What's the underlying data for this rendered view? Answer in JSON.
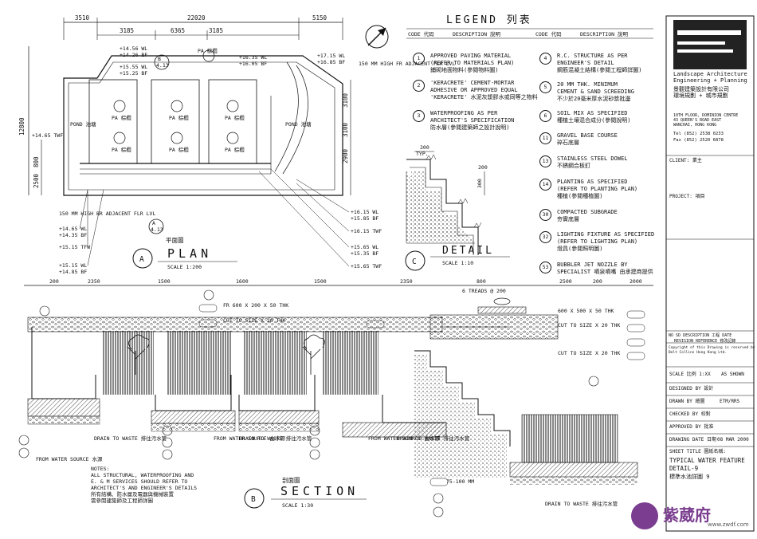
{
  "legend": {
    "title": "LEGEND 列表",
    "col_code": "CODE 代码",
    "col_desc": "DESCRIPTION 說明",
    "left_items": [
      {
        "code": "1",
        "text": "APPROVED PAVING MATERIAL\n(REFER TO MATERIALS PLAN)\n鋪砌地面物料(參閱物料圖)"
      },
      {
        "code": "2",
        "text": "'KERACRETE' CEMENT-MORTAR\nADHESIVE OR APPROVED EQUAL\n'KERACRETE' 水泥灰漿膠水或同等之物料"
      },
      {
        "code": "3",
        "text": "WATERPROOFING AS PER\nARCHITECT'S SPECIFICATION\n防水層(參閱建築師之設計說明)"
      }
    ],
    "right_items": [
      {
        "code": "4",
        "text": "R.C. STRUCTURE AS PER\nENGINEER'S DETAIL\n鋼筋混凝土結構(參閱工程師詳圖)"
      },
      {
        "code": "5",
        "text": "20 MM THK. MINIMUM\nCEMENT & SAND SCREEDING\n不少於20毫米厚水泥砂漿批盪"
      },
      {
        "code": "6",
        "text": "SOIL MIX AS SPECIFIED\n種植土壤混合成分(參閱說明)"
      },
      {
        "code": "11",
        "text": "GRAVEL BASE COURSE\n碎石底層"
      },
      {
        "code": "13",
        "text": "STAINLESS STEEL DOWEL\n不銹鋼合板釘"
      },
      {
        "code": "14",
        "text": "PLANTING AS SPECIFIED\n(REFER TO PLANTING PLAN)\n種植(參閱種植圖)"
      },
      {
        "code": "30",
        "text": "COMPACTED SUBGRADE\n夯實底層"
      },
      {
        "code": "32",
        "text": "LIGHTING FIXTURE AS SPECIFIED\n(REFER TO LIGHTING PLAN)\n燈具(參閱照明圖)"
      },
      {
        "code": "53",
        "text": "BUBBLER JET NOZZLE BY\nSPECIALIST 噴泉噴嘴 由承建商提供"
      }
    ]
  },
  "plan": {
    "label_letter": "A",
    "title": "PLAN",
    "title_cn": "平面圖",
    "scale": "SCALE 1:200",
    "dims_top": [
      "3510",
      "22020",
      "5150"
    ],
    "dims_sub": [
      "3185",
      "6365",
      "3185"
    ],
    "dims_side": [
      "12800",
      "2500",
      "800",
      "3100",
      "3100",
      "2900"
    ],
    "levels_left": [
      "+14.56 WL",
      "+14.26 BF",
      "+15.55 WL",
      "+15.25 BF",
      "+14.65 TWF",
      "+14.65 WL",
      "+14.35 BF",
      "+15.15 TFW",
      "+15.15 WL",
      "+14.85 BF"
    ],
    "levels_right": [
      "+16.35 WL",
      "+16.05 BF",
      "+17.15 WL",
      "+16.85 BF",
      "+16.15 WL",
      "+15.85 BF",
      "+16.15 TWF",
      "+15.65 WL",
      "+15.35 BF",
      "+15.65 TWF"
    ],
    "notes": [
      "150 MM HIGH FR ADJACENT FLR LVL",
      "150 MM HIGH BR ADJACENT FLR LVL"
    ],
    "pond_labels": [
      "POND 池塘",
      "POND 池塘"
    ],
    "pa_label": "PA 棕櫚"
  },
  "detail": {
    "label_letter": "C",
    "title": "DETAIL",
    "scale": "SCALE 1:10",
    "dims": [
      "200",
      "TYP.",
      "300",
      "200"
    ]
  },
  "section": {
    "label_letter": "B",
    "title": "SECTION",
    "title_cn": "剖面圖",
    "scale": "SCALE 1:30",
    "dims_top": [
      "200",
      "2350",
      "1500",
      "1600",
      "1500",
      "2350",
      "800",
      "2500",
      "200",
      "2000"
    ],
    "treads": "6 TREADS @ 200",
    "notes_left": "NOTES:\nALL STRUCTURAL, WATERPROOFING AND\nE. & M SERVICES SHOULD REFER TO\nARCHITECT'S AND ENGINEER'S DETAILS\n所有結構、防水層及電器與機械裝置\n需參閱建築師及工程師詳圖",
    "callouts": [
      "FR 600 X 200 X 50 THK",
      "CUT TO SIZE X 20 THK",
      "600 X 500 X 50 THK",
      "CUT TO SIZE X 20 THK",
      "CUT TO SIZE X 20 THK"
    ],
    "drain_labels": [
      "DRAIN TO WASTE 排往污水管",
      "FROM WATER SOURCE 水源",
      "FROM WATER SOURCE 由水源",
      "DRAIN TO WASTE 排往污水管",
      "FROM WATER SOURCE 由水源",
      "DRAIN TO WASTE 排往污水管",
      "DRAIN TO WASTE 排往污水管"
    ],
    "gap": "75-100 MM"
  },
  "titleblock": {
    "company_en": "Landscape Architecture\nEngineering + Planning",
    "company_cn": "景觀建築設計有限公司\n環境規劃 + 城市規劃",
    "address": "10TH FLOOR, DOMINION CENTRE\n43 QUEEN'S ROAD EAST\nWANCHAI, HONG KONG",
    "tel": "Tel (852) 2538 0233",
    "fax": "Fax (852) 2520 6878",
    "client": "CLIENT: 業主",
    "project": "PROJECT: 項目",
    "revision_header": "NO SD    DESCRIPTION 工程    DATE",
    "revision_ref": "REVISION REFERENCE 修改記錄",
    "copyright": "Copyright of this Drawing is reserved by\nBelt Collins Hong Kong Ltd.",
    "scale": "SCALE 比例  1:XX",
    "scale_value": "AS SHOWN",
    "designed_by": "DESIGNED BY 設計",
    "drawn_by": "DRAWN BY 繪圖",
    "drawn_initials": "ETM/RRS",
    "checked_by": "CHECKED BY 校對",
    "approved_by": "APPROVED BY 批准",
    "drawing_date": "DRAWING DATE 日期",
    "date_value": "08 MAR 2000",
    "sheet_title": "SHEET TITLE 圖紙名稱:",
    "title_line1": "TYPICAL WATER FEATURE",
    "title_line2": "DETAIL-9",
    "title_cn": "標準水池詳圖 9"
  },
  "watermark": {
    "text": "紫葳府",
    "url": "www.zwdf.com"
  }
}
